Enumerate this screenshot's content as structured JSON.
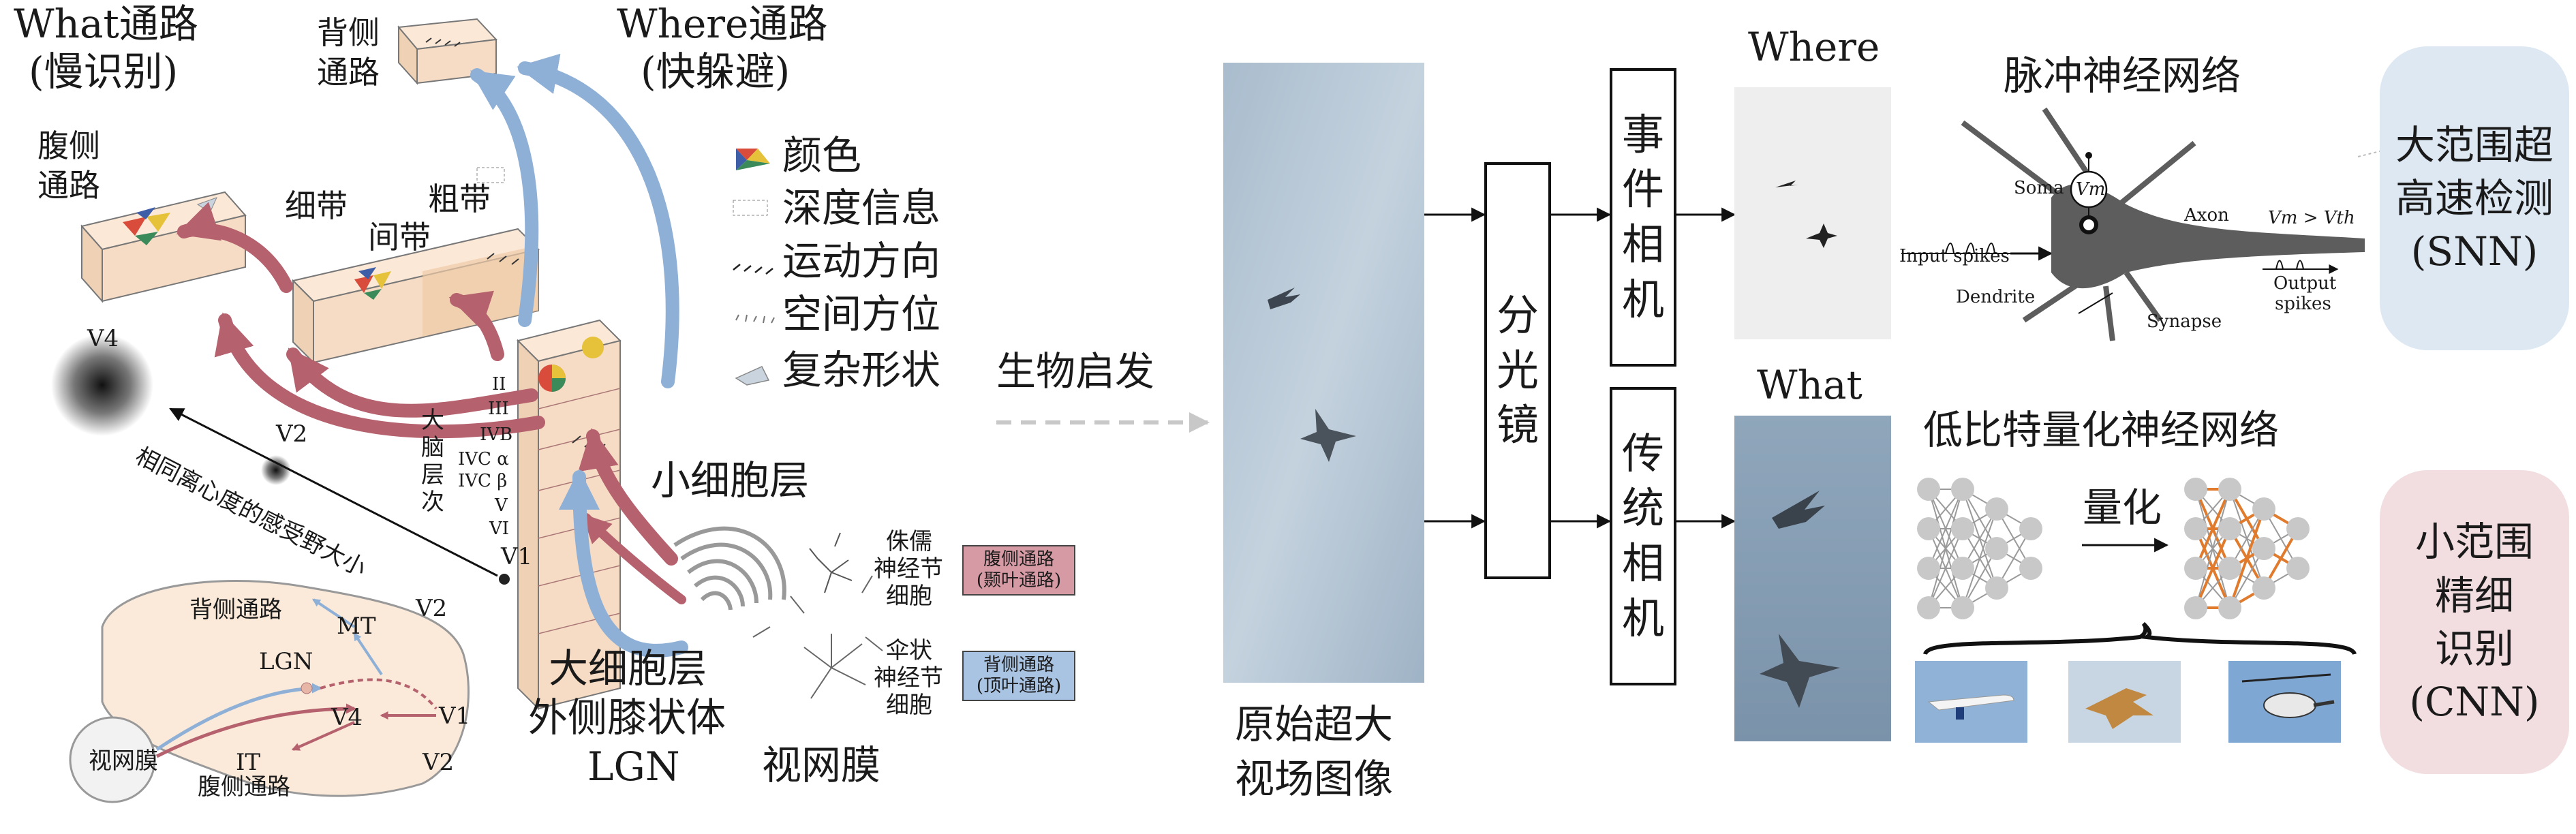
{
  "left": {
    "what_title": "What通路",
    "what_sub": "(慢识别)",
    "where_title": "Where通路",
    "where_sub": "(快躲避)",
    "dorsal_label": [
      "背侧",
      "通路"
    ],
    "ventral_label": [
      "腹侧",
      "通路"
    ],
    "thin_band": "细带",
    "inter_band": "间带",
    "thick_band": "粗带",
    "v4": "V4",
    "v2_small": "V2",
    "v1_dot": "V1",
    "rf_caption": "相同离心度的感受野大小",
    "cortex_label": [
      "大",
      "脑",
      "层",
      "次"
    ],
    "layers": [
      "II",
      "III",
      "IVB",
      "IVC α",
      "IVC β",
      "V",
      "VI"
    ],
    "legend": [
      {
        "icon": "color-icon",
        "label": "颜色"
      },
      {
        "icon": "depth-icon",
        "label": "深度信息"
      },
      {
        "icon": "motion-icon",
        "label": "运动方向"
      },
      {
        "icon": "spatial-icon",
        "label": "空间方位"
      },
      {
        "icon": "shape-icon",
        "label": "复杂形状"
      }
    ],
    "parvo_label": "小细胞层",
    "magno_label": "大细胞层",
    "lgn_label1": "外侧膝状体",
    "lgn_label2": "LGN",
    "retina_label": "视网膜",
    "midget": [
      "侏儒",
      "神经节",
      "细胞"
    ],
    "parasol": [
      "伞状",
      "神经节",
      "细胞"
    ],
    "ventral_tag": [
      "腹侧通路",
      "(颞叶通路)"
    ],
    "dorsal_tag": [
      "背侧通路",
      "(顶叶通路)"
    ],
    "brain": {
      "dorsal": "背侧通路",
      "mt": "MT",
      "v2_top": "V2",
      "lgn": "LGN",
      "v4": "V4",
      "v1": "V1",
      "v2_bottom": "V2",
      "it": "IT",
      "ventral": "腹侧通路",
      "retina": "视网膜"
    },
    "bio_inspired": "生物启发"
  },
  "right": {
    "raw_image_label": [
      "原始超大",
      "视场图像"
    ],
    "splitter": [
      "分",
      "光",
      "镜"
    ],
    "event_camera": [
      "事",
      "件",
      "相",
      "机"
    ],
    "conventional_camera": [
      "传",
      "统",
      "相",
      "机"
    ],
    "where_label": "Where",
    "what_label": "What",
    "snn_title": "脉冲神经网络",
    "neuron": {
      "soma": "Soma",
      "vm": "Vm",
      "axon": "Axon",
      "threshold": "Vm > Vth",
      "input": "Input spikes",
      "dendrite": "Dendrite",
      "synapse": "Synapse",
      "output": [
        "Output",
        "spikes"
      ]
    },
    "qnn_title": "低比特量化神经网络",
    "quantize": "量化",
    "snn_result": [
      "大范围超",
      "高速检测",
      "(SNN)"
    ],
    "cnn_result": [
      "小范围",
      "精细",
      "识别",
      "(CNN)"
    ]
  },
  "colors": {
    "ventral": "#b5616e",
    "dorsal": "#8fb0d6",
    "snn_box": "#dde8f3",
    "cnn_box": "#f2dde0",
    "band": "#f6dcc4",
    "orange": "#e07b2e"
  }
}
